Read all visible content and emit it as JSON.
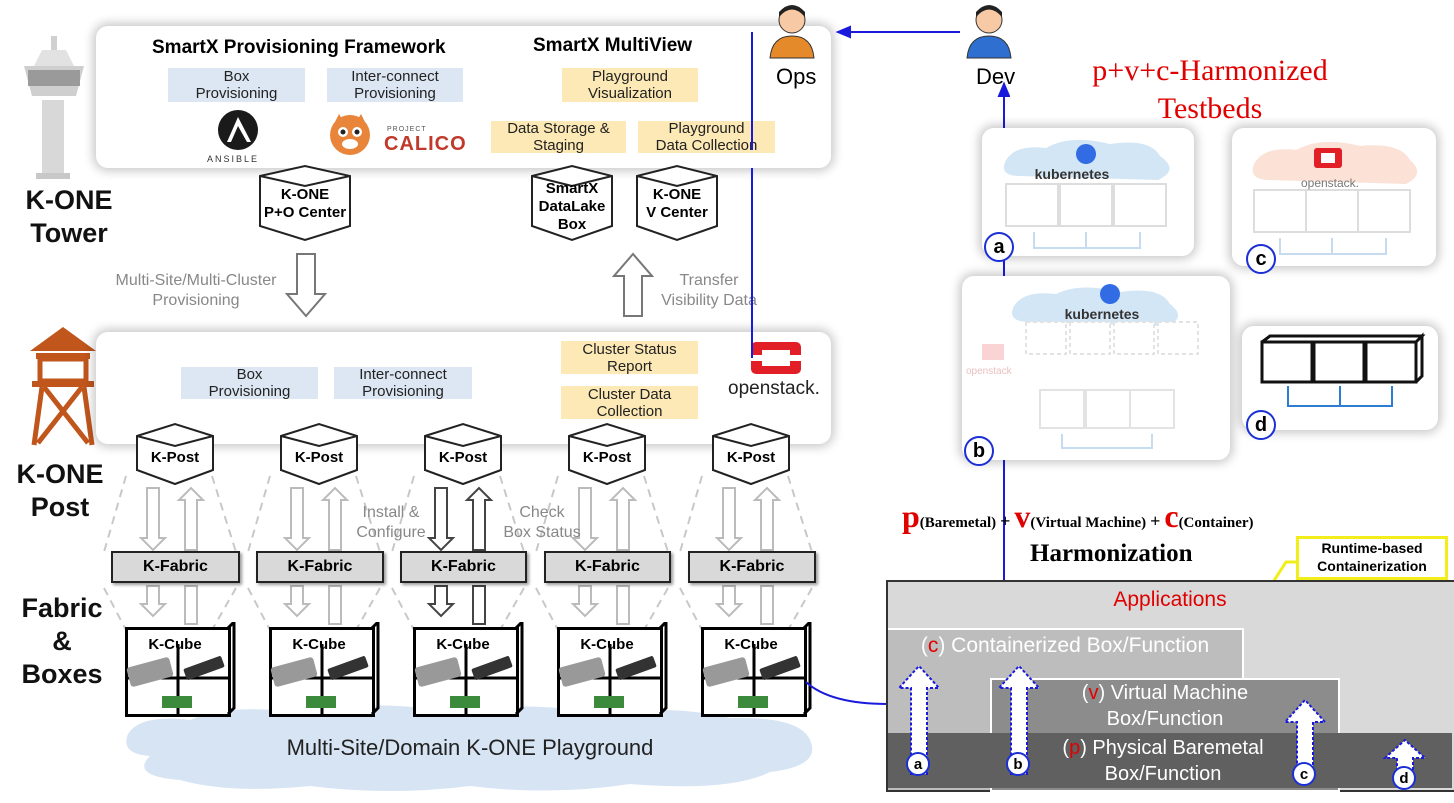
{
  "tower": {
    "framework_title": "SmartX Provisioning Framework",
    "multiview_title": "SmartX MultiView",
    "box_prov": "Box\nProvisioning",
    "inter_prov": "Inter-connect\nProvisioning",
    "ansible": "ANSIBLE",
    "calico_small": "PROJECT",
    "calico": "CALICO",
    "playground_vis": "Playground\nVisualization",
    "data_storage": "Data Storage &\nStaging",
    "playground_collect": "Playground\nData Collection",
    "po_center": "K-ONE\nP+O Center",
    "datalake": "SmartX\nDataLake\nBox",
    "v_center": "K-ONE\nV Center"
  },
  "people": {
    "ops": "Ops",
    "dev": "Dev"
  },
  "side_labels": {
    "tower": "K-ONE\nTower",
    "post": "K-ONE\nPost",
    "fabric": "Fabric\n&\nBoxes"
  },
  "arrows": {
    "multisite": "Multi-Site/Multi-Cluster\nProvisioning",
    "transfer": "Transfer\nVisibility Data",
    "install": "Install &\nConfigure",
    "check": "Check\nBox Status"
  },
  "post": {
    "box_prov": "Box\nProvisioning",
    "inter_prov": "Inter-connect\nProvisioning",
    "cluster_status": "Cluster Status\nReport",
    "cluster_collect": "Cluster Data\nCollection",
    "openstack": "openstack.",
    "kpost": [
      "K-Post",
      "K-Post",
      "K-Post",
      "K-Post",
      "K-Post"
    ],
    "kfabric": [
      "K-Fabric",
      "K-Fabric",
      "K-Fabric",
      "K-Fabric",
      "K-Fabric"
    ],
    "kcube": [
      "K-Cube",
      "K-Cube",
      "K-Cube",
      "K-Cube",
      "K-Cube"
    ]
  },
  "playground": "Multi-Site/Domain K-ONE Playground",
  "right": {
    "title": "p+v+c-Harmonized\nTestbeds",
    "kubernetes": "kubernetes",
    "openstack": "openstack.",
    "openstack_faint": "openstack",
    "badges": [
      "a",
      "b",
      "c",
      "d"
    ],
    "p_letter": "p",
    "p_text": "(Baremetal)",
    "v_letter": "v",
    "v_text": "(Virtual Machine)",
    "c_letter": "c",
    "c_text": "(Container)",
    "plus": "+",
    "harmonization": "Harmonization",
    "runtime": "Runtime-based\nContainerization",
    "applications": "Applications",
    "containerized_c": "c",
    "containerized": " Containerized Box/Function",
    "vm_v": "v",
    "vm": " Virtual Machine",
    "vm2": "Box/Function",
    "phys_p": "p",
    "phys": " Physical Baremetal",
    "phys2": "Box/Function",
    "arrow_labels": [
      "a",
      "b",
      "c",
      "d"
    ]
  },
  "colors": {
    "connector": "#1a1adc",
    "title_red": "#e00000",
    "badge_border": "#1b2fd6",
    "chip_blue": "#dce7f3",
    "chip_tan": "#fde9b6"
  }
}
